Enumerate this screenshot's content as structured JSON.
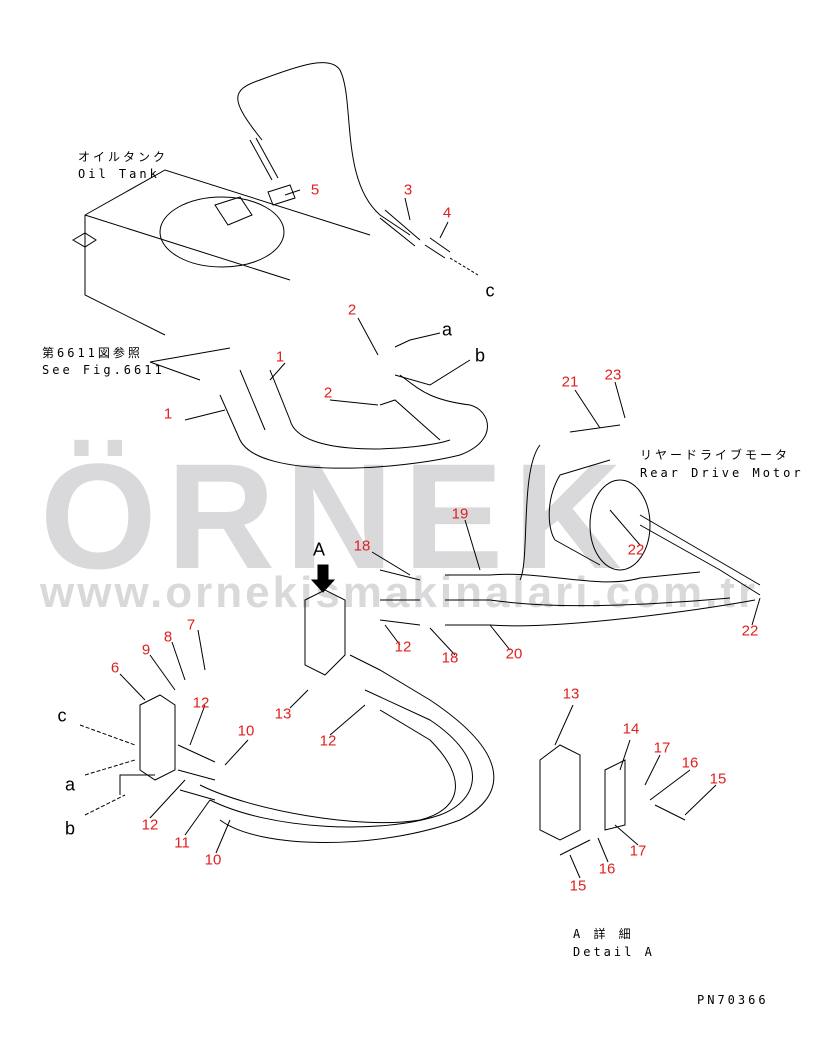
{
  "watermark": {
    "logo": "ÖRNEK",
    "url": "www.ornekismakinalari.com.tr"
  },
  "labels": {
    "oil_tank_jp": "オイルタンク",
    "oil_tank_en": "Oil Tank",
    "see_fig_jp": "第6611図参照",
    "see_fig_en": "See Fig.6611",
    "rear_motor_jp": "リヤードライブモータ",
    "rear_motor_en": "Rear Drive Motor",
    "detail_jp": "A 詳 細",
    "detail_en": "Detail A",
    "view_a": "A",
    "part_number": "PN70366"
  },
  "callouts": [
    "5",
    "3",
    "4",
    "2",
    "2",
    "1",
    "1",
    "21",
    "23",
    "18",
    "19",
    "22",
    "22",
    "12",
    "18",
    "20",
    "13",
    "7",
    "8",
    "9",
    "6",
    "12",
    "10",
    "12",
    "12",
    "11",
    "10",
    "13",
    "14",
    "17",
    "16",
    "15",
    "17",
    "16",
    "15"
  ],
  "connections": [
    "c",
    "a",
    "b",
    "a",
    "b",
    "c"
  ],
  "colors": {
    "callout": "#e02020",
    "line": "#000000"
  }
}
